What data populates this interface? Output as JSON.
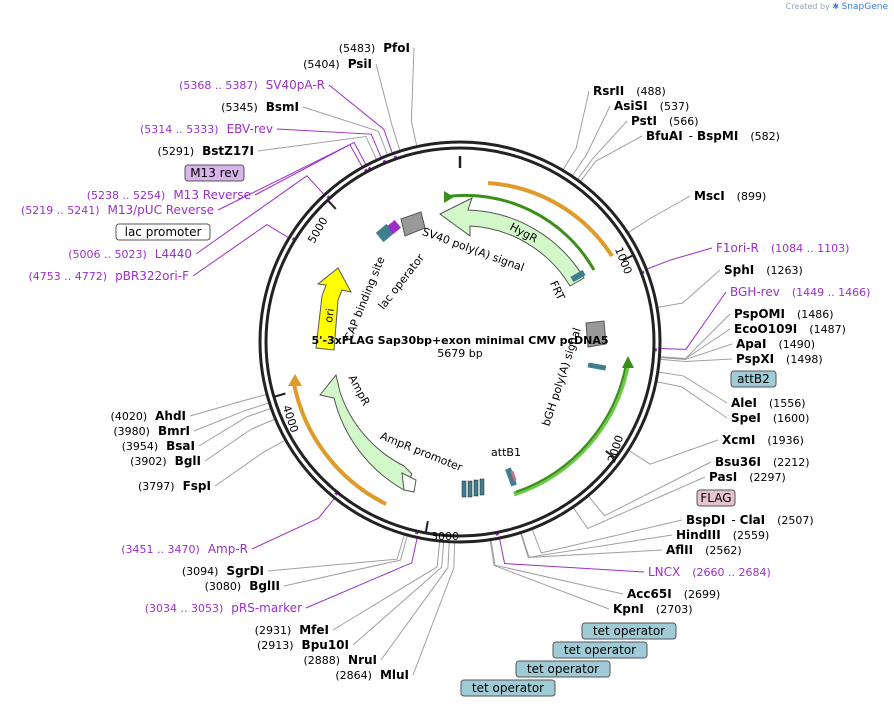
{
  "credit": {
    "prefix": "Created by",
    "brand": "SnapGene"
  },
  "plasmid": {
    "name": "5'-3xFLAG Sap30bp+exon minimal CMV pcDNA5",
    "size_label": "5679 bp",
    "size": 5679
  },
  "colors": {
    "enzyme_line": "#a0a0a0",
    "primer": "#9b2fc8",
    "backbone": "#222222",
    "ori": "#ffff00",
    "resistance": "#d2f7c8",
    "feature_outline": "#555555",
    "orf_orange": "#e09a2a",
    "orf_green": "#3a8f1a",
    "teal_box": "#9ecbd6",
    "m13_box": "#d9b4ea",
    "flag_box": "#e5c3cf"
  },
  "ticks": [
    {
      "label": "1000",
      "pos": 1000
    },
    {
      "label": "2000",
      "pos": 2000
    },
    {
      "label": "3000",
      "pos": 3000
    },
    {
      "label": "4000",
      "pos": 4000
    },
    {
      "label": "5000",
      "pos": 5000
    }
  ],
  "feature_labels": [
    {
      "id": "hygr",
      "text": "HygR"
    },
    {
      "id": "sv40",
      "text": "SV40 poly(A) signal"
    },
    {
      "id": "frt",
      "text": "FRT"
    },
    {
      "id": "cap",
      "text": "CAP binding site"
    },
    {
      "id": "lacop",
      "text": "lac operator"
    },
    {
      "id": "ori",
      "text": "ori"
    },
    {
      "id": "ampr",
      "text": "AmpR"
    },
    {
      "id": "amprpro",
      "text": "AmpR promoter"
    },
    {
      "id": "bgh",
      "text": "bGH poly(A) signal"
    },
    {
      "id": "attb1",
      "text": "attB1"
    }
  ],
  "left_labels": [
    {
      "pos": "(5483)",
      "name": "PfoI",
      "type": "enzyme"
    },
    {
      "pos": "(5404)",
      "name": "PsiI",
      "type": "enzyme"
    },
    {
      "pos": "(5368 .. 5387)",
      "name": "SV40pA-R",
      "type": "primer"
    },
    {
      "pos": "(5345)",
      "name": "BsmI",
      "type": "enzyme"
    },
    {
      "pos": "(5314 .. 5333)",
      "name": "EBV-rev",
      "type": "primer"
    },
    {
      "pos": "(5291)",
      "name": "BstZ17I",
      "type": "enzyme"
    },
    {
      "pos": "",
      "name": "M13 rev",
      "type": "box-purple"
    },
    {
      "pos": "(5238 .. 5254)",
      "name": "M13 Reverse",
      "type": "primer"
    },
    {
      "pos": "(5219 .. 5241)",
      "name": "M13/pUC Reverse",
      "type": "primer"
    },
    {
      "pos": "",
      "name": "lac promoter",
      "type": "box-white"
    },
    {
      "pos": "(5006 .. 5023)",
      "name": "L4440",
      "type": "primer"
    },
    {
      "pos": "(4753 .. 4772)",
      "name": "pBR322ori-F",
      "type": "primer"
    },
    {
      "pos": "(4020)",
      "name": "AhdI",
      "type": "enzyme"
    },
    {
      "pos": "(3980)",
      "name": "BmrI",
      "type": "enzyme"
    },
    {
      "pos": "(3954)",
      "name": "BsaI",
      "type": "enzyme"
    },
    {
      "pos": "(3902)",
      "name": "BglI",
      "type": "enzyme"
    },
    {
      "pos": "(3797)",
      "name": "FspI",
      "type": "enzyme"
    },
    {
      "pos": "(3451 .. 3470)",
      "name": "Amp-R",
      "type": "primer"
    },
    {
      "pos": "(3094)",
      "name": "SgrDI",
      "type": "enzyme"
    },
    {
      "pos": "(3080)",
      "name": "BglII",
      "type": "enzyme"
    },
    {
      "pos": "(3034 .. 3053)",
      "name": "pRS-marker",
      "type": "primer"
    },
    {
      "pos": "(2931)",
      "name": "MfeI",
      "type": "enzyme"
    },
    {
      "pos": "(2913)",
      "name": "Bpu10I",
      "type": "enzyme"
    },
    {
      "pos": "(2888)",
      "name": "NruI",
      "type": "enzyme"
    },
    {
      "pos": "(2864)",
      "name": "MluI",
      "type": "enzyme"
    }
  ],
  "right_labels": [
    {
      "name": "RsrII",
      "pos": "(488)",
      "type": "enzyme"
    },
    {
      "name": "AsiSI",
      "pos": "(537)",
      "type": "enzyme"
    },
    {
      "name": "PstI",
      "pos": "(566)",
      "type": "enzyme"
    },
    {
      "name": "BfuAI",
      "sep": "-",
      "name2": "BspMI",
      "pos": "(582)",
      "type": "enzyme"
    },
    {
      "name": "MscI",
      "pos": "(899)",
      "type": "enzyme"
    },
    {
      "name": "F1ori-R",
      "pos": "(1084 .. 1103)",
      "type": "primer"
    },
    {
      "name": "SphI",
      "pos": "(1263)",
      "type": "enzyme"
    },
    {
      "name": "BGH-rev",
      "pos": "(1449 .. 1466)",
      "type": "primer"
    },
    {
      "name": "PspOMI",
      "pos": "(1486)",
      "type": "enzyme"
    },
    {
      "name": "EcoO109I",
      "pos": "(1487)",
      "type": "enzyme"
    },
    {
      "name": "ApaI",
      "pos": "(1490)",
      "type": "enzyme"
    },
    {
      "name": "PspXI",
      "pos": "(1498)",
      "type": "enzyme"
    },
    {
      "name": "attB2",
      "pos": "",
      "type": "box-teal"
    },
    {
      "name": "AleI",
      "pos": "(1556)",
      "type": "enzyme"
    },
    {
      "name": "SpeI",
      "pos": "(1600)",
      "type": "enzyme"
    },
    {
      "name": "XcmI",
      "pos": "(1936)",
      "type": "enzyme"
    },
    {
      "name": "Bsu36I",
      "pos": "(2212)",
      "type": "enzyme"
    },
    {
      "name": "PasI",
      "pos": "(2297)",
      "type": "enzyme"
    },
    {
      "name": "FLAG",
      "pos": "",
      "type": "box-pink"
    },
    {
      "name": "BspDI",
      "sep": "-",
      "name2": "ClaI",
      "pos": "(2507)",
      "type": "enzyme"
    },
    {
      "name": "HindIII",
      "pos": "(2559)",
      "type": "enzyme"
    },
    {
      "name": "AflII",
      "pos": "(2562)",
      "type": "enzyme"
    },
    {
      "name": "LNCX",
      "pos": "(2660 .. 2684)",
      "type": "primer"
    },
    {
      "name": "Acc65I",
      "pos": "(2699)",
      "type": "enzyme"
    },
    {
      "name": "KpnI",
      "pos": "(2703)",
      "type": "enzyme"
    },
    {
      "name": "tet operator",
      "pos": "",
      "type": "box-teal"
    },
    {
      "name": "tet operator",
      "pos": "",
      "type": "box-teal"
    },
    {
      "name": "tet operator",
      "pos": "",
      "type": "box-teal"
    },
    {
      "name": "tet operator",
      "pos": "",
      "type": "box-teal"
    }
  ]
}
